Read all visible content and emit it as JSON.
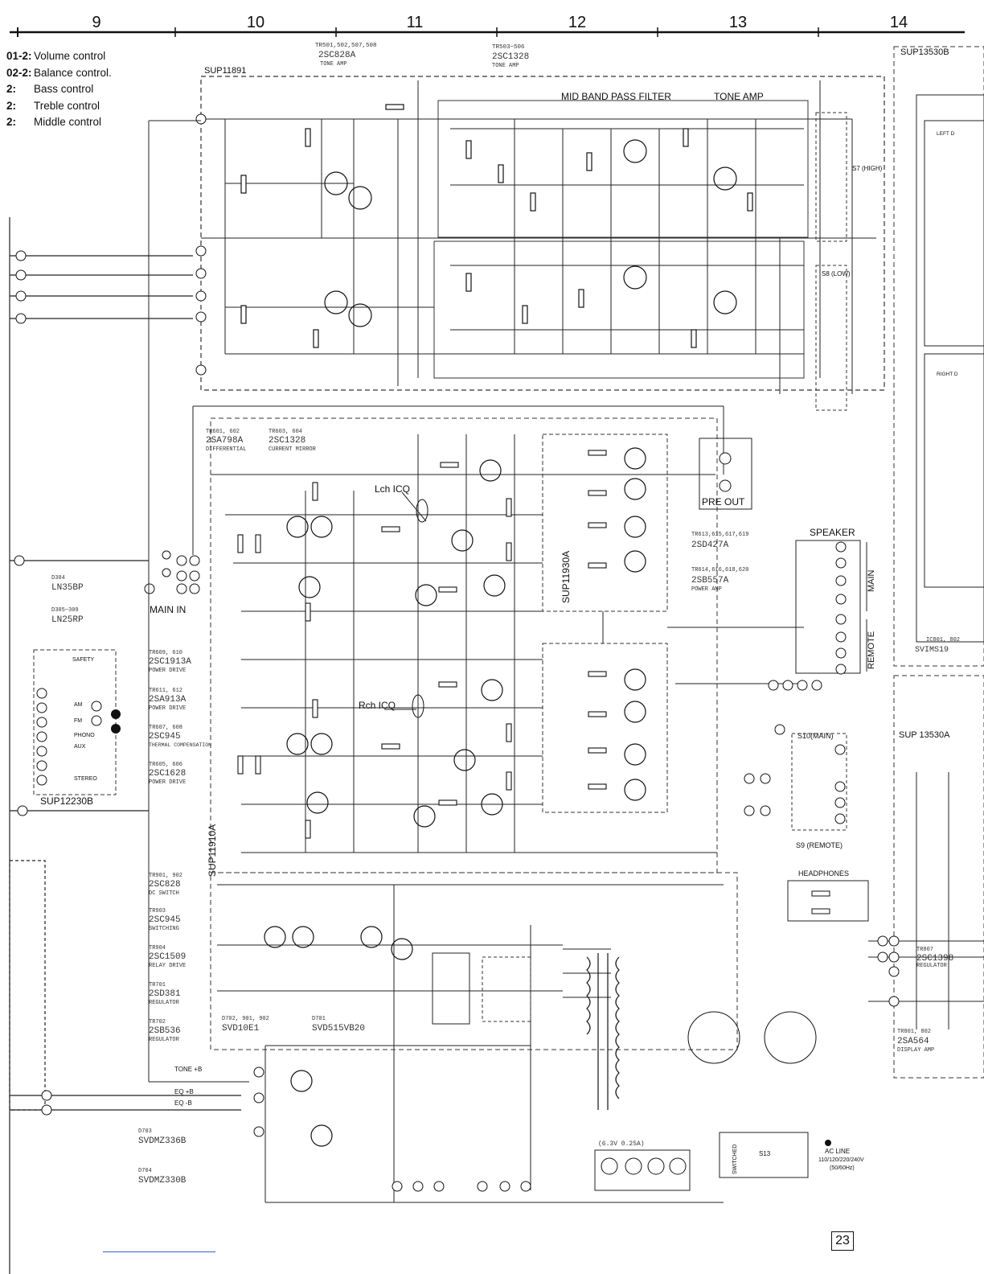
{
  "grid_columns": [
    "9",
    "10",
    "11",
    "12",
    "13",
    "14"
  ],
  "legend": [
    {
      "key": "01-2:",
      "label": "Volume control"
    },
    {
      "key": "02-2:",
      "label": "Balance control."
    },
    {
      "key": "2:",
      "label": "Bass control"
    },
    {
      "key": "2:",
      "label": "Treble control"
    },
    {
      "key": "2:",
      "label": "Middle control"
    }
  ],
  "boards": {
    "tone_board": "SUP11891",
    "power_amp_left": "SUP11930A",
    "main_board": "SUP11910A",
    "indicator_board": "SUP12230B",
    "right_board_top": "SUP13530B",
    "right_board_bottom": "SUP 13530A"
  },
  "titles": {
    "mid_band": "MID BAND PASS FILTER",
    "tone_amp": "TONE AMP",
    "tone_tr_header": "TR501,502,507,508",
    "tone_tr_part": "2SC828A",
    "tone_tr_role": "TONE AMP",
    "tone_tr2_header": "TR503~506",
    "tone_tr2_part": "2SC1328",
    "tone_tr2_role": "TONE AMP"
  },
  "transistor_notes": [
    {
      "ids": "TR601, 602",
      "part": "2SA798A",
      "role": "DIFFERENTIAL"
    },
    {
      "ids": "TR603, 604",
      "part": "2SC1328",
      "role": "CURRENT MIRROR"
    },
    {
      "ids": "TR609, 610",
      "part": "2SC1913A",
      "role": "POWER DRIVE"
    },
    {
      "ids": "TR611, 612",
      "part": "2SA913A",
      "role": "POWER DRIVE"
    },
    {
      "ids": "TR607, 608",
      "part": "2SC945",
      "role": "THERMAL COMPENSATION"
    },
    {
      "ids": "TR605, 606",
      "part": "2SC1628",
      "role": "POWER DRIVE"
    },
    {
      "ids": "TR901, 902",
      "part": "2SC828",
      "role": "DC SWITCH"
    },
    {
      "ids": "TR903",
      "part": "2SC945",
      "role": "SWITCHING"
    },
    {
      "ids": "TR904",
      "part": "2SC1509",
      "role": "RELAY DRIVE"
    },
    {
      "ids": "TR701",
      "part": "2SD381",
      "role": "REGULATOR"
    },
    {
      "ids": "TR702",
      "part": "2SB536",
      "role": "REGULATOR"
    }
  ],
  "power_notes": [
    {
      "ids": "TR613,615,617,619",
      "part": "2SD427A"
    },
    {
      "ids": "TR614,616,618,620",
      "part": "2SB557A",
      "role": "POWER AMP"
    }
  ],
  "diode_notes": [
    {
      "ids": "D304",
      "part": "LN35BP"
    },
    {
      "ids": "D305~309",
      "part": "LN25RP"
    },
    {
      "ids": "D702, 901, 902",
      "part": "SVD10E1"
    },
    {
      "ids": "D701",
      "part": "SVD515VB20"
    },
    {
      "ids": "D703",
      "part": "SVDMZ336B"
    },
    {
      "ids": "D704",
      "part": "SVDMZ330B"
    }
  ],
  "labels": {
    "main_in": "MAIN IN",
    "pre_out": "PRE OUT",
    "speaker": "SPEAKER",
    "main": "MAIN",
    "remote": "REMOTE",
    "headphones": "HEADPHONES",
    "s10": "S10(MAIN)",
    "s9": "S9 (REMOTE)",
    "s7": "S7 (HIGH)",
    "s8": "S8 (LOW)",
    "lch": "Lch ICQ",
    "rch": "Rch ICQ",
    "ac_line": "AC LINE",
    "ac_volt": "110/120/220/240V",
    "ac_freq": "(50/60Hz)",
    "switched": "SWITCHED",
    "s13": "S13",
    "lamp_rating": "(6.3V 0.25A)",
    "left_d": "LEFT D",
    "right_d": "RIGHT D",
    "svims": "SVIMS19",
    "ic801": "IC801, 802",
    "tr801": "TR801, 802",
    "tr801_part": "2SA564",
    "tr801_role": "DISPLAY AMP",
    "tr807": "TR807",
    "tr807_part": "2SC1398",
    "tr807_role": "REGULATOR",
    "tone_b": "TONE +B",
    "eq_pb": "EQ +B",
    "eq_mb": "EQ -B",
    "safety": "SAFETY",
    "am": "AM",
    "fm": "FM",
    "phono": "PHONO",
    "aux": "AUX",
    "stereo": "STEREO",
    "page": "23"
  }
}
